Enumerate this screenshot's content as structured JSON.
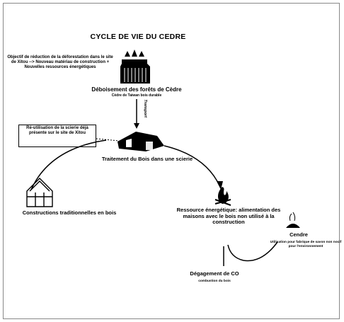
{
  "title": "CYCLE DE VIE DU CEDRE",
  "objective": "Objectif de réduction de la déforestation dans le site de Xitou --> Nouveau matériau de construction + Nouvelles ressources énergétiques",
  "nodes": {
    "deforest": {
      "label": "Déboisement des forêts de Cèdre",
      "sub": "Cèdre de Taiwan bois durable"
    },
    "transport": {
      "label": "Transport"
    },
    "reuse": {
      "label": "Ré-utilisation de la scierie déjà présente sur le site de Xitou"
    },
    "treatment": {
      "label": "Traitement du Bois dans une scierie"
    },
    "constructions": {
      "label": "Constructions traditionnelles en bois"
    },
    "resource": {
      "label": "Ressource énergétique: alimentation des maisons avec le bois non utilisé à la construction"
    },
    "cendre": {
      "label": "Cendre",
      "sub": "Utilisation pour fabrique de savon non nocif pour l'environnement"
    },
    "co2": {
      "label": "Dégagement de CO",
      "sub": "combustion du bois"
    }
  },
  "icons": [
    "forest-icon",
    "sawmill-icon",
    "house-icon",
    "fire-icon",
    "ash-icon"
  ],
  "colors": {
    "ink": "#000000",
    "background": "#ffffff"
  }
}
